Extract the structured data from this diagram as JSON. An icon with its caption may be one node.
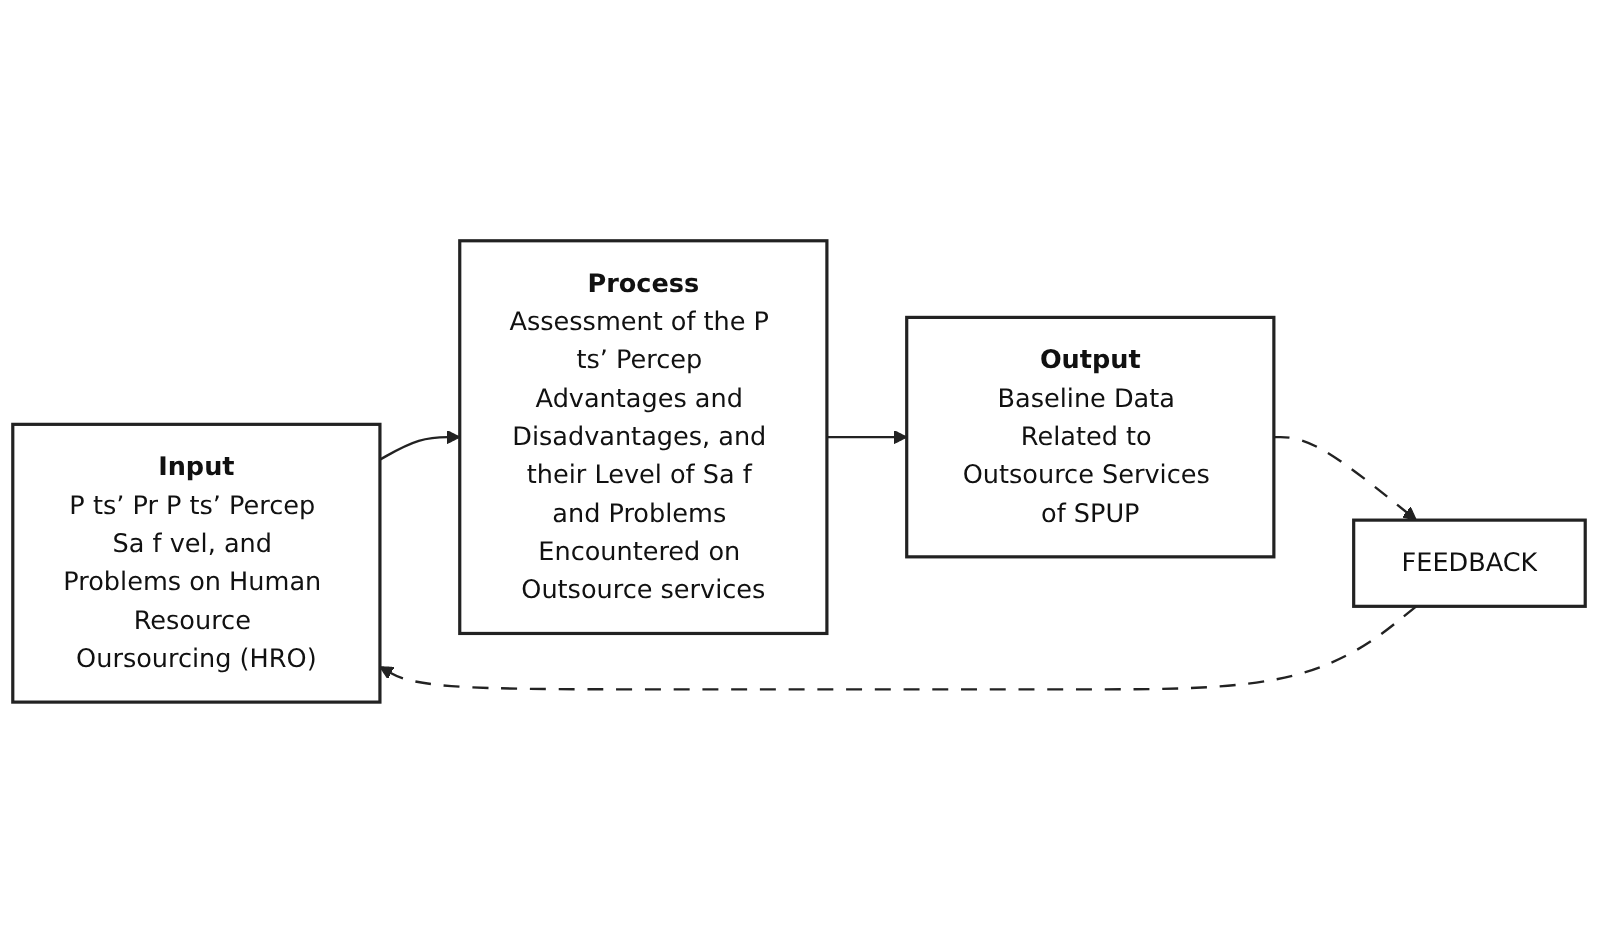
{
  "diagram": {
    "nodes": [
      {
        "text": [
          "Input",
          "P ts’ Pr P ts’ Percep Sa f vel, and Problems on Human Resource Oursourcing (HRO)"
        ]
      },
      {
        "text": [
          "Process",
          "Assessment of the P ts’ Percep Advantages and Disadvantages, and their Level of Sa f and Problems Encountered on Outsource services"
        ]
      },
      {
        "text": [
          "Output",
          "Baseline Data Related to Outsource Services of SPUP"
        ]
      },
      {
        "text": [
          "FEEDBACK"
        ]
      }
    ],
    "edges": [
      {
        "from": 0,
        "to": 1,
        "arrow": "to"
      },
      {
        "from": 1,
        "to": 2,
        "arrow": "to"
      },
      {
        "from": 2,
        "to": 3,
        "arrow": "to",
        "style": "dashed"
      },
      {
        "from": 3,
        "to": 0,
        "arrow": "to",
        "style": "dashed"
      }
    ]
  }
}
